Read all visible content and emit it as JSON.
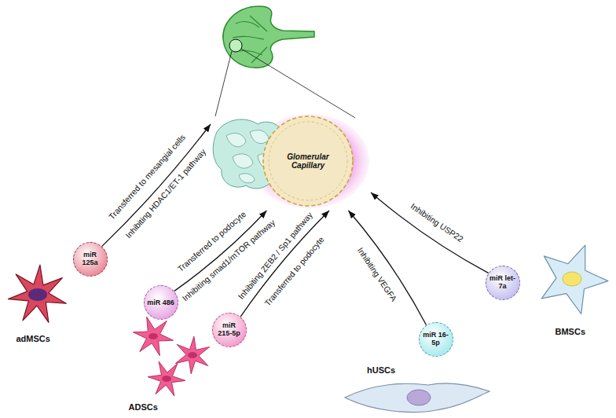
{
  "diagram": {
    "nodes": [
      {
        "text": [
          "Glomerular Capillary"
        ]
      },
      {
        "text": [
          "miR 125a"
        ]
      },
      {
        "text": [
          "adMSCs"
        ]
      },
      {
        "text": [
          "miR 486"
        ]
      },
      {
        "text": [
          "miR 215-5p"
        ]
      },
      {
        "text": [
          "ADSCs"
        ]
      },
      {
        "text": [
          "miR 16-5p"
        ]
      },
      {
        "text": [
          "hUSCs"
        ]
      },
      {
        "text": [
          "miR let-7a"
        ]
      },
      {
        "text": [
          "BMSCs"
        ]
      }
    ],
    "edges": [
      {
        "from": 1,
        "to": 0,
        "arrow": "to",
        "label": "Inhibiting HDAC1/ET-1 pathway"
      },
      {
        "from": 3,
        "to": 0,
        "arrow": "to",
        "label": "Inhibiting smad1/mTOR pathway"
      },
      {
        "from": 4,
        "to": 0,
        "arrow": "to",
        "label": "Inhibiting ZEB2 / Sp1 pathway"
      },
      {
        "from": 6,
        "to": 0,
        "arrow": "to",
        "label": "Inhibiting VEGFA"
      },
      {
        "from": 8,
        "to": 0,
        "arrow": "to",
        "label": "Inhibiting USP22"
      }
    ],
    "labels": [
      "Transferred to mesangial cells",
      "Transferred to podocyte",
      "Transferred to podocyte"
    ]
  }
}
